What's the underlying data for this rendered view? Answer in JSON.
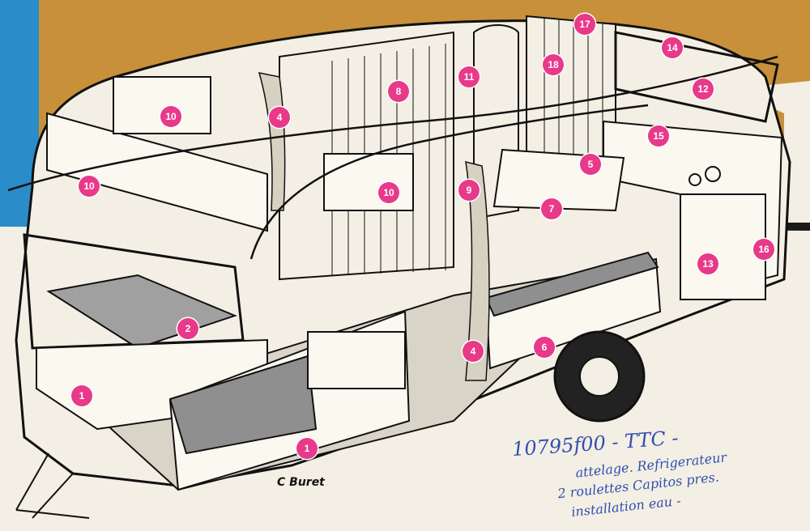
{
  "callouts": [
    {
      "label": "10"
    },
    {
      "label": "10"
    },
    {
      "label": "10"
    },
    {
      "label": "4"
    },
    {
      "label": "8"
    },
    {
      "label": "11"
    },
    {
      "label": "18"
    },
    {
      "label": "17"
    },
    {
      "label": "14"
    },
    {
      "label": "12"
    },
    {
      "label": "15"
    },
    {
      "label": "5"
    },
    {
      "label": "9"
    },
    {
      "label": "7"
    },
    {
      "label": "2"
    },
    {
      "label": "1"
    },
    {
      "label": "1"
    },
    {
      "label": "4"
    },
    {
      "label": "6"
    },
    {
      "label": "13"
    },
    {
      "label": "16"
    }
  ],
  "signature": "C Buret",
  "handwritten_note": {
    "line1": "10795f00 - TTC -",
    "line2": "attelage. Refrigerateur",
    "line3": "2 roulettes Capitos pres.",
    "line4": "installation eau -"
  },
  "colors": {
    "badge": "#e8398a",
    "ink": "#111111",
    "paper": "#f4efe4",
    "band_ochre": "#c8903a",
    "band_blue": "#2a8cc8",
    "handwriting": "#2f4fb0"
  }
}
